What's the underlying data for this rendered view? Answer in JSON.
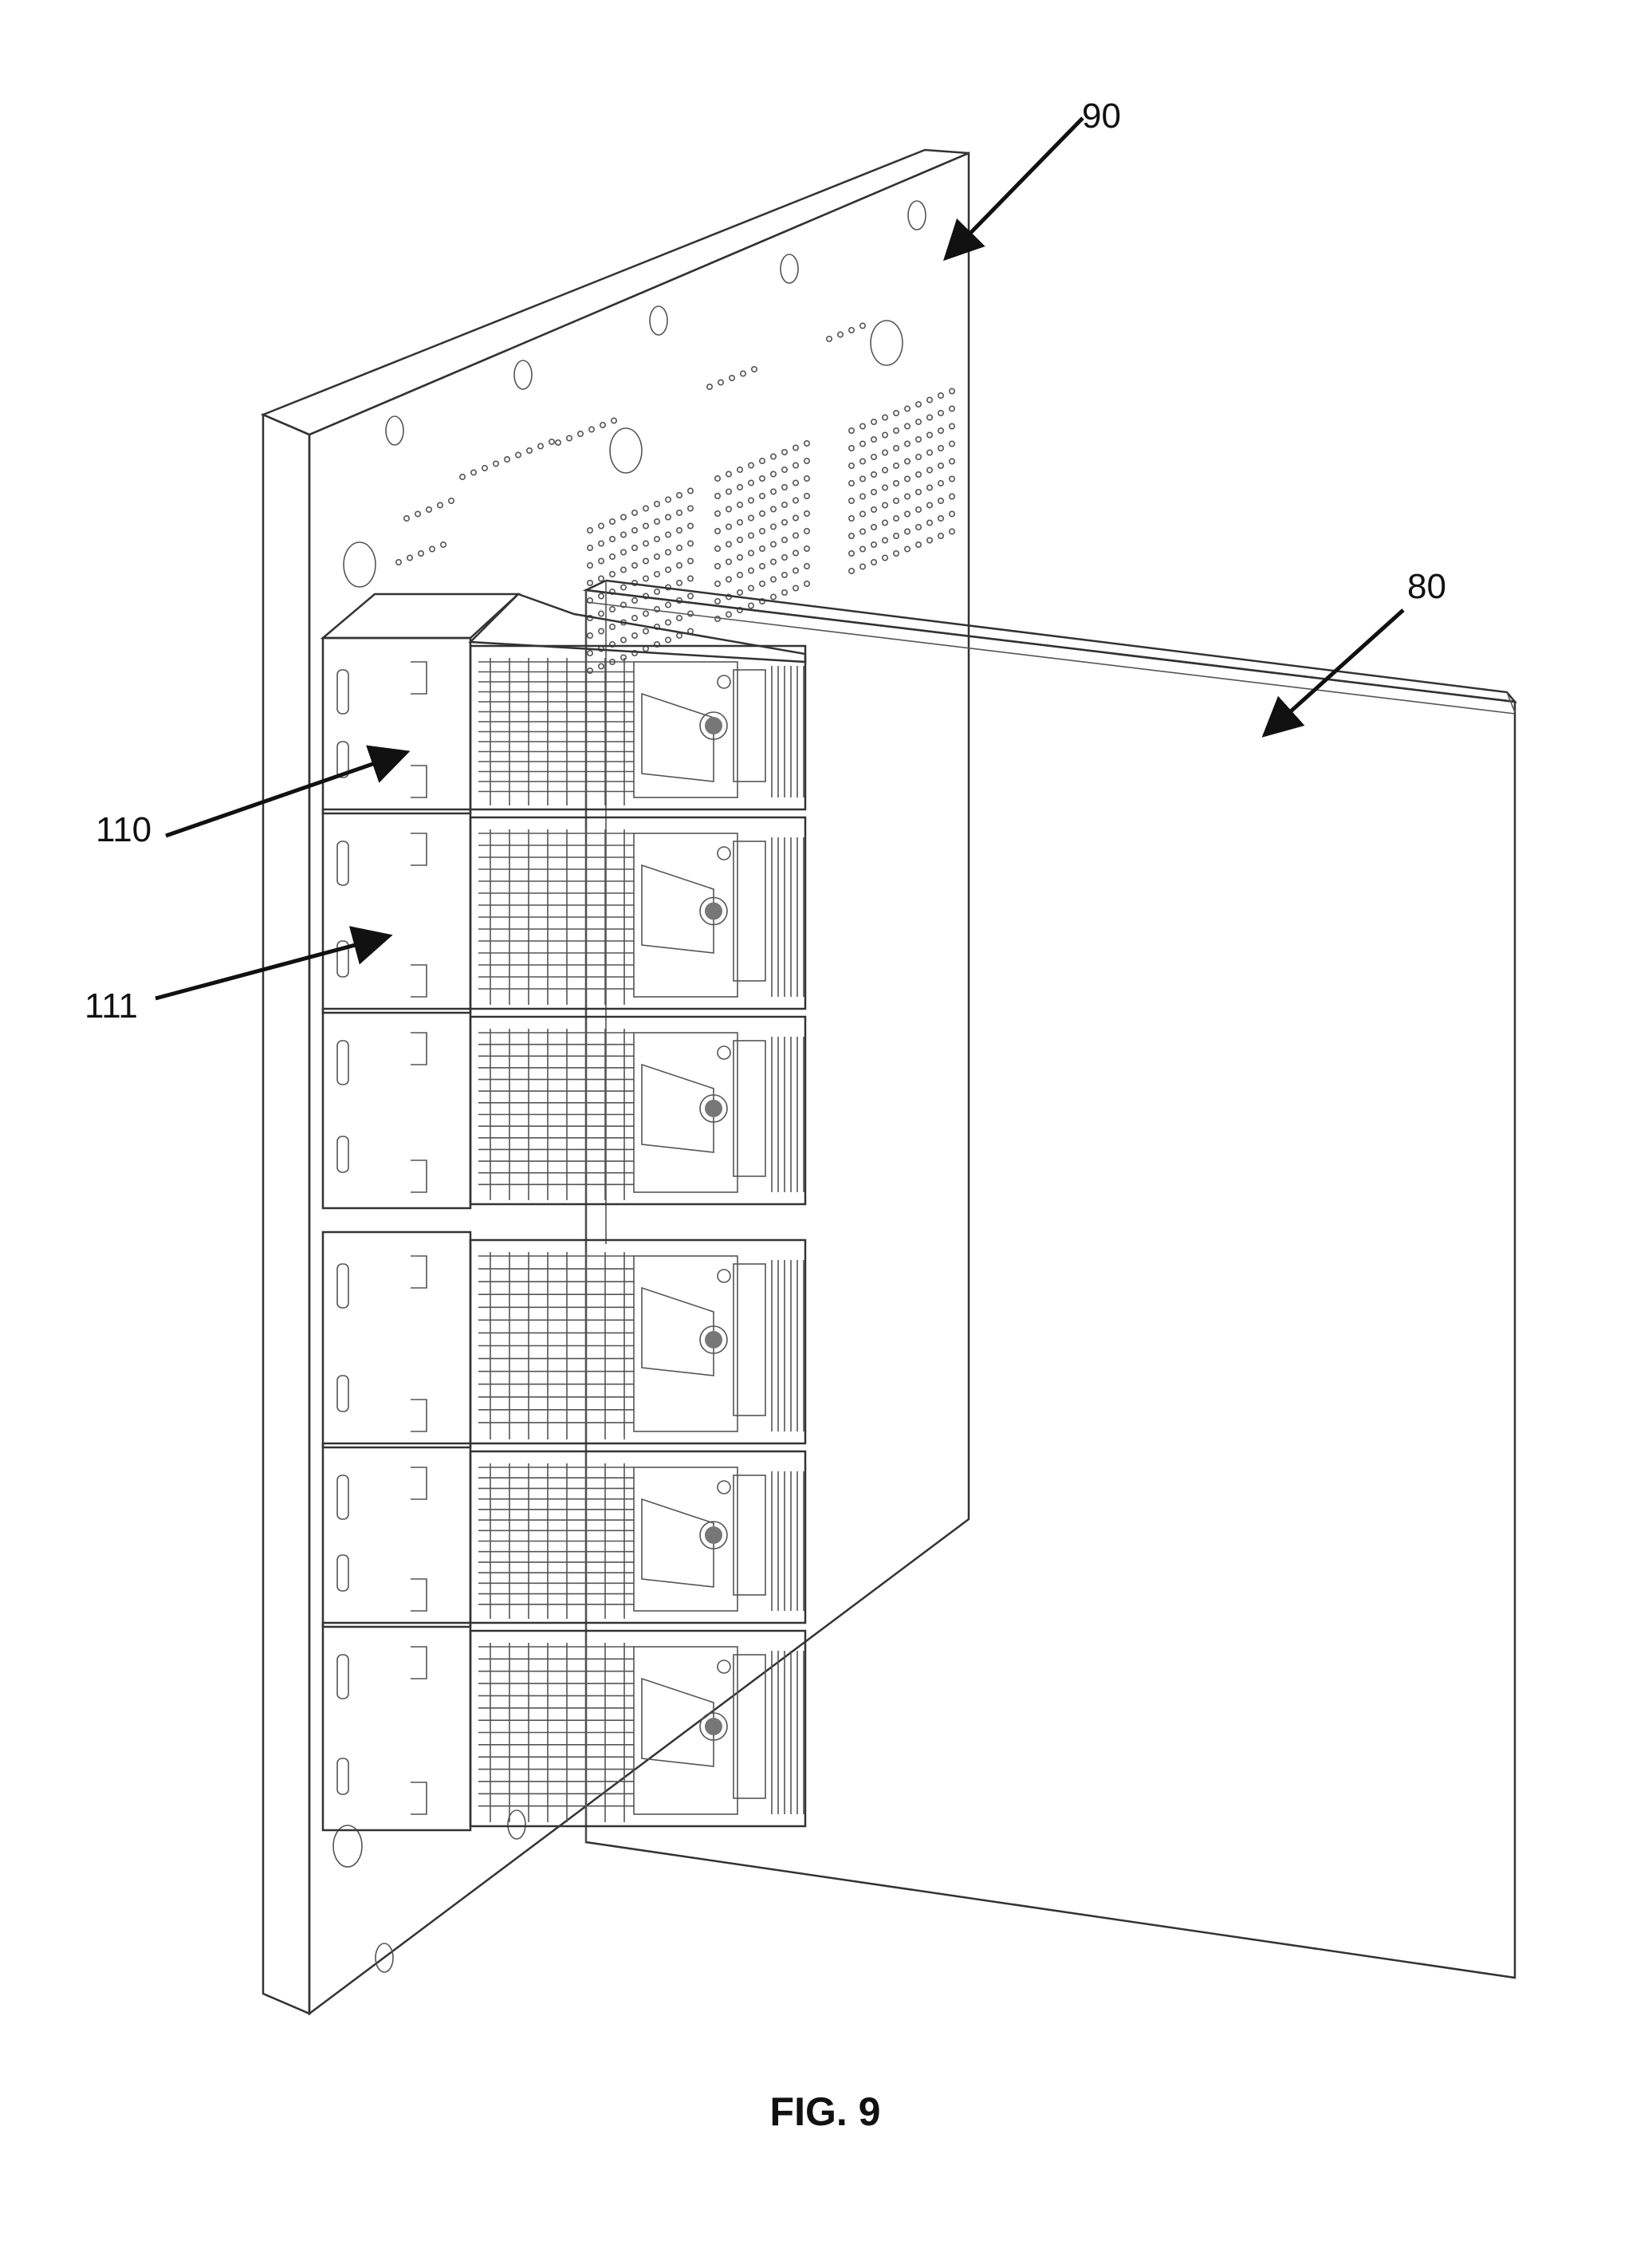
{
  "figure": {
    "caption": "FIG. 9"
  },
  "reference_labels": {
    "panel": "90",
    "board": "80",
    "module_top": "110",
    "module_second": "111"
  }
}
